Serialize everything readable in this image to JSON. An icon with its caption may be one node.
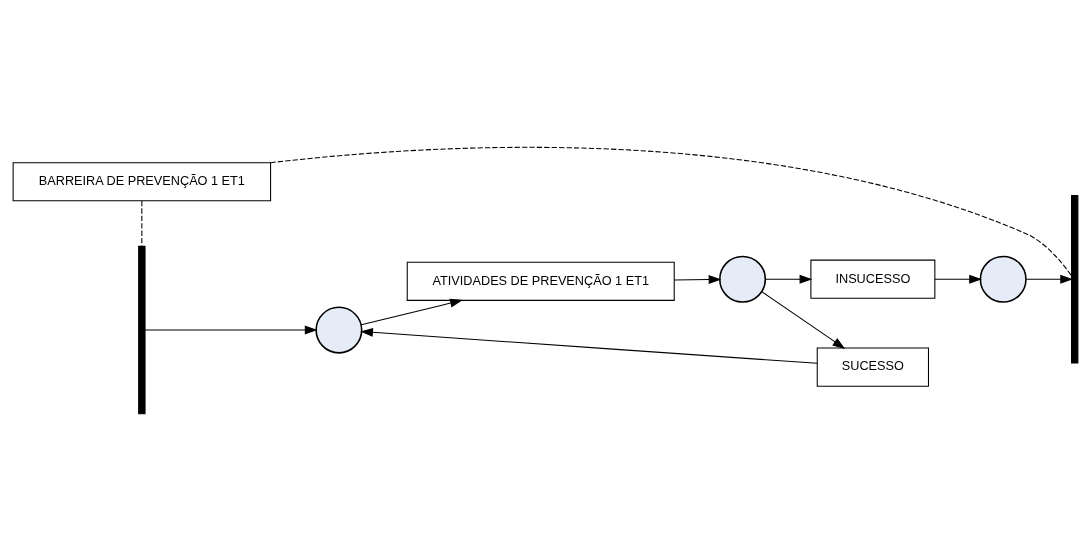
{
  "diagram": {
    "nodes": [
      {
        "text": [
          "BARREIRA DE PREVENÇÃO 1 ET1"
        ]
      },
      {
        "text": [],
        "shape": "bar"
      },
      {
        "text": [],
        "shape": "circle"
      },
      {
        "text": [
          "ATIVIDADES DE PREVENÇÃO 1 ET1"
        ]
      },
      {
        "text": [],
        "shape": "circle"
      },
      {
        "text": [
          "INSUCESSO"
        ]
      },
      {
        "text": [],
        "shape": "circle"
      },
      {
        "text": [],
        "shape": "bar"
      },
      {
        "text": [
          "SUCESSO"
        ]
      }
    ],
    "edges": [
      {
        "from": 0,
        "to": 1,
        "arrow": "none",
        "style": "dashed"
      },
      {
        "from": 0,
        "to": 7,
        "arrow": "none",
        "style": "dashed"
      },
      {
        "from": 1,
        "to": 2,
        "arrow": "to"
      },
      {
        "from": 2,
        "to": 3,
        "arrow": "to"
      },
      {
        "from": 3,
        "to": 4,
        "arrow": "to"
      },
      {
        "from": 4,
        "to": 5,
        "arrow": "to"
      },
      {
        "from": 5,
        "to": 6,
        "arrow": "to"
      },
      {
        "from": 6,
        "to": 7,
        "arrow": "to"
      },
      {
        "from": 4,
        "to": 8,
        "arrow": "to"
      },
      {
        "from": 8,
        "to": 2,
        "arrow": "to"
      }
    ]
  }
}
